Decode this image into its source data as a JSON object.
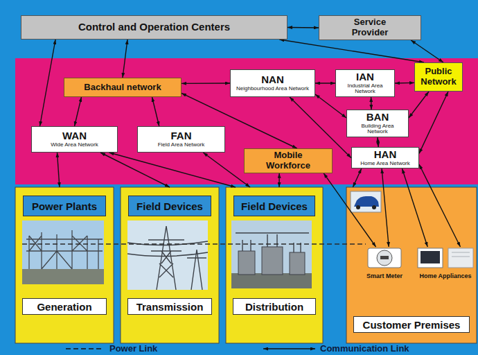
{
  "diagram": {
    "nodes": [
      {
        "text": [
          "Control and Operation Centers"
        ]
      },
      {
        "text": [
          "Service Provider"
        ]
      },
      {
        "text": [
          "Backhaul network"
        ]
      },
      {
        "text": [
          "NAN",
          "Neighbourhood Area Network"
        ]
      },
      {
        "text": [
          "IAN",
          "Industrial Area Network"
        ]
      },
      {
        "text": [
          "Public Network"
        ]
      },
      {
        "text": [
          "BAN",
          "Building Area Network"
        ]
      },
      {
        "text": [
          "WAN",
          "Wide Area Network"
        ]
      },
      {
        "text": [
          "FAN",
          "Field Area Network"
        ]
      },
      {
        "text": [
          "Mobile Workforce"
        ]
      },
      {
        "text": [
          "HAN",
          "Home Area Network"
        ]
      },
      {
        "text": [
          "Power Plants",
          "Generation"
        ]
      },
      {
        "text": [
          "Field Devices",
          "Transmission"
        ]
      },
      {
        "text": [
          "Field Devices",
          "Distribution"
        ]
      },
      {
        "text": [
          "Customer Premises"
        ]
      },
      {
        "text": [
          "Smart Meter"
        ],
        "in": 14
      },
      {
        "text": [
          "Home Appliances"
        ],
        "in": 14
      }
    ],
    "edges": [
      {
        "from": 0,
        "to": 1,
        "arrow": "both"
      },
      {
        "from": 0,
        "to": 2,
        "arrow": "both"
      },
      {
        "from": 0,
        "to": 7,
        "arrow": "both"
      },
      {
        "from": 0,
        "to": 5,
        "arrow": "both"
      },
      {
        "from": 1,
        "to": 5,
        "arrow": "both"
      },
      {
        "from": 2,
        "to": 7,
        "arrow": "both"
      },
      {
        "from": 2,
        "to": 8,
        "arrow": "both"
      },
      {
        "from": 2,
        "to": 3,
        "arrow": "both"
      },
      {
        "from": 2,
        "to": 9,
        "arrow": "both"
      },
      {
        "from": 3,
        "to": 4,
        "arrow": "both"
      },
      {
        "from": 4,
        "to": 5,
        "arrow": "both"
      },
      {
        "from": 3,
        "to": 6,
        "arrow": "both"
      },
      {
        "from": 3,
        "to": 10,
        "arrow": "both"
      },
      {
        "from": 4,
        "to": 6,
        "arrow": "both"
      },
      {
        "from": 5,
        "to": 6,
        "arrow": "both"
      },
      {
        "from": 5,
        "to": 10,
        "arrow": "both"
      },
      {
        "from": 6,
        "to": 10,
        "arrow": "both"
      },
      {
        "from": 7,
        "to": 11,
        "arrow": "both"
      },
      {
        "from": 7,
        "to": 12,
        "arrow": "both"
      },
      {
        "from": 7,
        "to": 13,
        "arrow": "both"
      },
      {
        "from": 8,
        "to": 13,
        "arrow": "both"
      },
      {
        "from": 9,
        "to": 13,
        "arrow": "both"
      },
      {
        "from": 9,
        "to": 15,
        "arrow": "both"
      },
      {
        "from": 10,
        "to": 14,
        "arrow": "both"
      },
      {
        "from": 10,
        "to": 15,
        "arrow": "both"
      },
      {
        "from": 10,
        "to": 16,
        "arrow": "both"
      },
      {
        "from": 10,
        "to": 16,
        "arrow": "both"
      }
    ],
    "legend": [
      {
        "text": "Power Link"
      },
      {
        "text": "Communication Link"
      }
    ]
  }
}
